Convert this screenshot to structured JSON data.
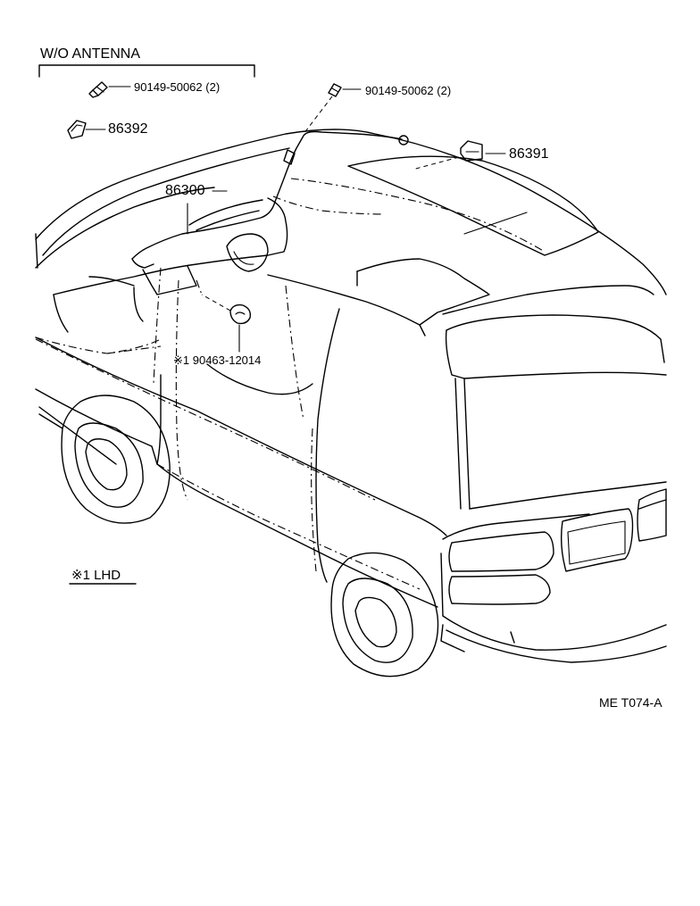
{
  "section": {
    "title": "W/O ANTENNA"
  },
  "parts": {
    "bolt_left": {
      "number": "90149-50062",
      "qty": "(2)"
    },
    "cap_left": {
      "number": "86392"
    },
    "bolt_right": {
      "number": "90149-50062",
      "qty": "(2)"
    },
    "cap_right": {
      "number": "86391"
    },
    "cord": {
      "number": "86300"
    },
    "clamp": {
      "number": "※1 90463-12014"
    }
  },
  "legend": {
    "note": "※1 LHD"
  },
  "footer": {
    "code": "ME T074-A"
  }
}
